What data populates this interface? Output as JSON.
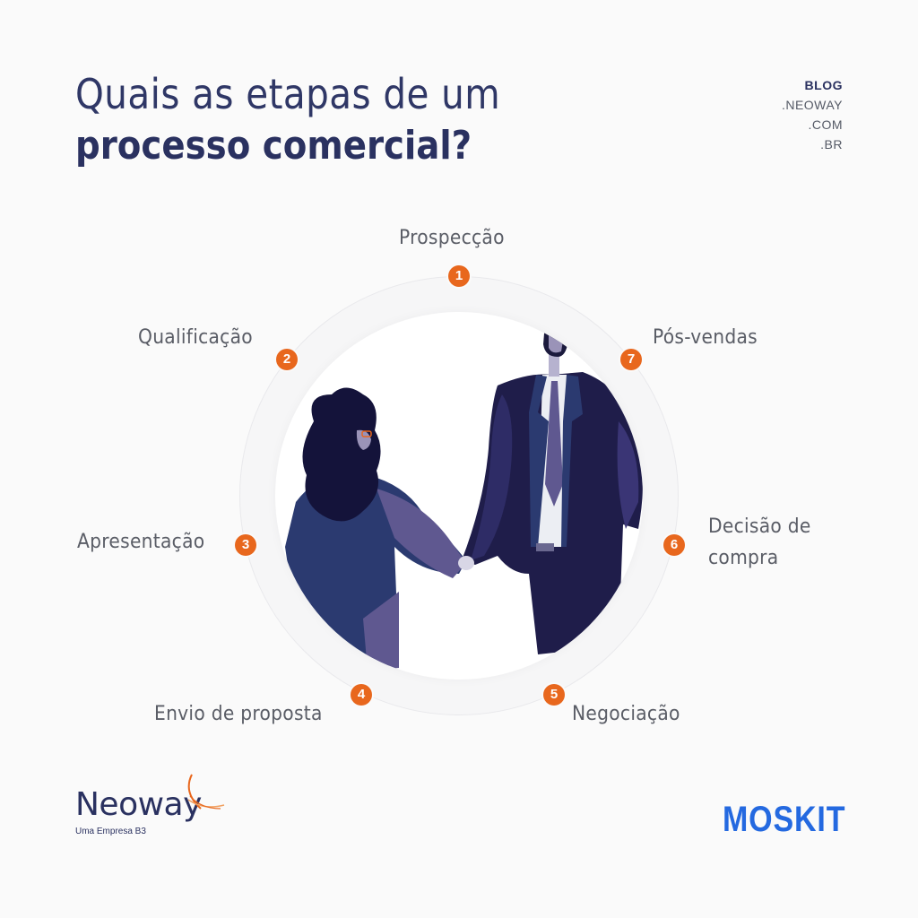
{
  "header": {
    "title_line1": "Quais as etapas de um",
    "title_line2": "processo comercial?"
  },
  "blog_url": {
    "line1": "BLOG",
    "line2": ".NEOWAY",
    "line3": ".COM",
    "line4": ".BR"
  },
  "steps": [
    {
      "number": "1",
      "label": "Prospecção"
    },
    {
      "number": "2",
      "label": "Qualificação"
    },
    {
      "number": "3",
      "label": "Apresentação"
    },
    {
      "number": "4",
      "label": "Envio de proposta"
    },
    {
      "number": "5",
      "label": "Negociação"
    },
    {
      "number": "6",
      "label_line1": "Decisão de",
      "label_line2": "compra"
    },
    {
      "number": "7",
      "label": "Pós-vendas"
    }
  ],
  "illustration": {
    "description": "handshake-between-woman-and-man"
  },
  "logos": {
    "neoway_name": "Neoway",
    "neoway_tagline": "Uma Empresa B3",
    "moskit_name": "MOSKIT"
  },
  "colors": {
    "title": "#2a3160",
    "accent_orange": "#e8671d",
    "label_gray": "#5a5d66",
    "moskit_blue": "#2469e0",
    "suit_navy": "#1f1d4a"
  }
}
